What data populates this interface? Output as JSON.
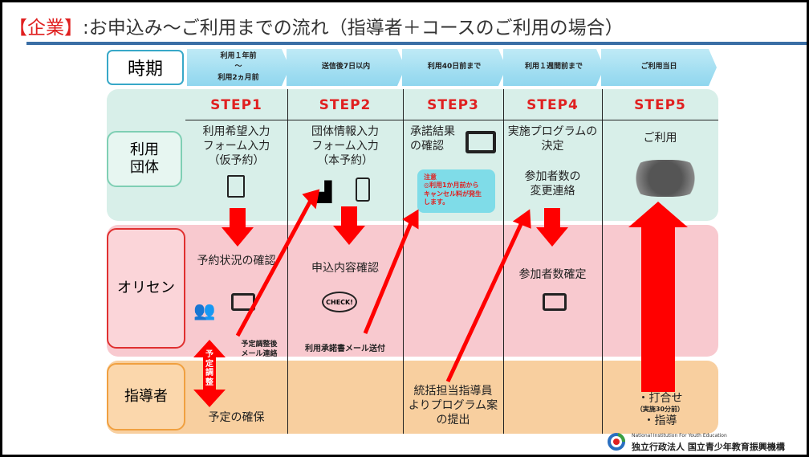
{
  "title": {
    "bracket_red": "【企業】",
    "rest": ":お申込み～ご利用までの流れ（指導者＋コースのご利用の場合）"
  },
  "timeline": {
    "label": "時期",
    "periods": [
      {
        "line1": "利用１年前",
        "line2": "～",
        "line3": "利用2ヵ月前"
      },
      {
        "line1": "送信後7日以内"
      },
      {
        "line1": "利用40日前まで"
      },
      {
        "line1": "利用１週間前まで"
      },
      {
        "line1": "ご利用当日"
      }
    ]
  },
  "rows": {
    "group": "利用\n団体",
    "orisen": "オリセン",
    "instructor": "指導者"
  },
  "steps": [
    "STEP1",
    "STEP2",
    "STEP3",
    "STEP4",
    "STEP5"
  ],
  "group_row": {
    "c1": "利用希望入力\nフォーム入力\n（仮予約）",
    "c2": "団体情報入力\nフォーム入力\n（本予約）",
    "c3": "承諾結果\nの確認",
    "c4a": "実施プログラムの\n決定",
    "c4b": "参加者数の\n変更連絡",
    "c5": "ご利用",
    "note": "注意\n◎利用1か月前から\nキャンセル料が発生\nします。"
  },
  "orisen_row": {
    "c1": "予約状況の確認",
    "c1_small": "予定調整後\nメール連絡",
    "c2": "申込内容確認",
    "c2_small": "利用承諾書メール送付",
    "c2_check": "CHECK!",
    "c4": "参加者数確定"
  },
  "instructor_row": {
    "c1_arrow": "予\n定\n調\n整",
    "c1": "予定の確保",
    "c3": "統括担当指導員\nよりプログラム案\nの提出",
    "c5a": "・打合せ",
    "c5b": "（実施30分前）",
    "c5c": "・指導"
  },
  "footer": {
    "org_en": "National Institution For Youth Education",
    "org_ja": "独立行政法人 国立青少年教育振興機構"
  },
  "colors": {
    "accent_red": "#e02020",
    "arrow_red": "#ff0000",
    "green": "#d8efe9",
    "pink": "#f8c9cf",
    "orange": "#f8cf9f",
    "rule_blue": "#3a6ea5"
  }
}
